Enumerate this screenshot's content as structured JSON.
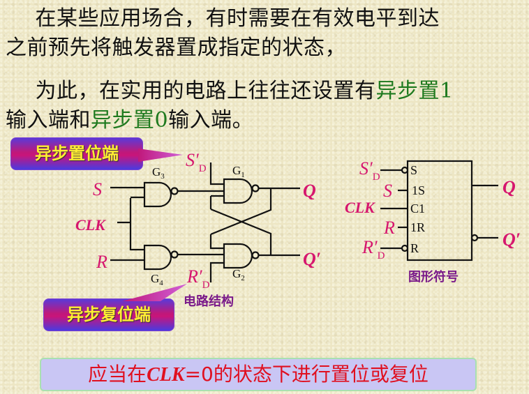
{
  "paragraphs": {
    "p1_line1": "　在某些应用场合，有时需要在有效电平到达",
    "p1_line2": "之前预先将触发器置成指定的状态，",
    "p2_line1_a": "　为此，在实用的电路上往往还设置有",
    "p2_line1_green": "异步置1",
    "p2_line2_a": "输入端和",
    "p2_line2_green": "异步置0",
    "p2_line2_b": "输入端。"
  },
  "callouts": {
    "set": "异步置位端",
    "reset": "异步复位端"
  },
  "circuit": {
    "caption": "电路结构",
    "gates": [
      "G1",
      "G2",
      "G3",
      "G4"
    ],
    "inputs": {
      "S": "S",
      "CLK": "CLK",
      "R": "R",
      "SD": "S′",
      "RD": "R′",
      "sub": "D"
    },
    "outputs": {
      "Q": "Q",
      "Qn": "Q′"
    }
  },
  "symbol": {
    "caption": "图形符号",
    "pins_left": [
      "S",
      "1S",
      "C1",
      "1R",
      "R"
    ],
    "labels_left": [
      "S′D",
      "S",
      "CLK",
      "R",
      "R′D"
    ],
    "outputs": [
      "Q",
      "Q′"
    ]
  },
  "note": {
    "pre": "应当在",
    "italic": "CLK",
    "post": "=0的状态下进行置位或复位"
  },
  "colors": {
    "label": "#d6166e",
    "green_text": "#1f7a1f",
    "note_text": "#e01020",
    "callout_text": "#ffee33",
    "caption": "#7a1a8a"
  }
}
